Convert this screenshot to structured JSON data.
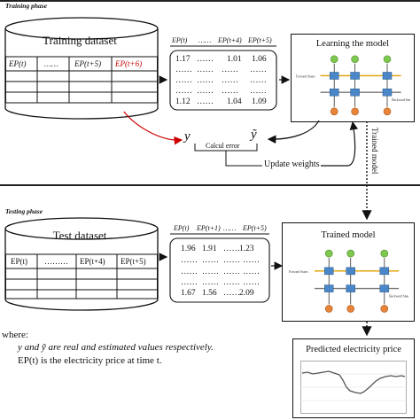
{
  "training": {
    "phase_label": "Training phase",
    "dataset_title": "Training dataset",
    "columns": [
      "EP(t)",
      "……",
      "EP(t+5)",
      "EP(t+6)"
    ],
    "highlight_color": "#cc0000",
    "table": {
      "headers": [
        "EP(t)",
        "……",
        "EP(t+4)",
        "EP(t+5)"
      ],
      "rows": [
        [
          "1.17",
          "……",
          "1.01",
          "1.06"
        ],
        [
          "……",
          "……",
          "……",
          "……"
        ],
        [
          "……",
          "……",
          "……",
          "……"
        ],
        [
          "……",
          "……",
          "……",
          "……"
        ],
        [
          "1.12",
          "……",
          "1.04",
          "1.09"
        ]
      ]
    },
    "model_title": "Learning the model",
    "y_label": "y",
    "yhat_label": "ỹ",
    "calc_error": "Calcul error",
    "update_weights": "Update weights",
    "trained_model_label": "Trained model"
  },
  "testing": {
    "phase_label": "Testing phase",
    "dataset_title": "Test dataset",
    "columns": [
      "EP(t)",
      "………",
      "EP(t+4)",
      "EP(t+5)"
    ],
    "table": {
      "headers": [
        "EP(t)",
        "EP(t+1)",
        "……",
        "EP(t+5)"
      ],
      "rows": [
        [
          "1.96",
          "1.91",
          "……",
          "1.23"
        ],
        [
          "……",
          "……",
          "……",
          "……"
        ],
        [
          "……",
          "……",
          "……",
          "……"
        ],
        [
          "……",
          "……",
          "……",
          "……"
        ],
        [
          "1.67",
          "1.56",
          "……",
          "2.09"
        ]
      ]
    },
    "model_title": "Trained model",
    "predicted_title": "Predicted electricity price"
  },
  "legend": {
    "where": "where:",
    "line1": "y and ỹ are real and estimated values respectively.",
    "line2": "EP(t) is the electricity price at time t."
  },
  "lstm_labels": {
    "forward": "Forward States",
    "backward": "Backward States"
  }
}
